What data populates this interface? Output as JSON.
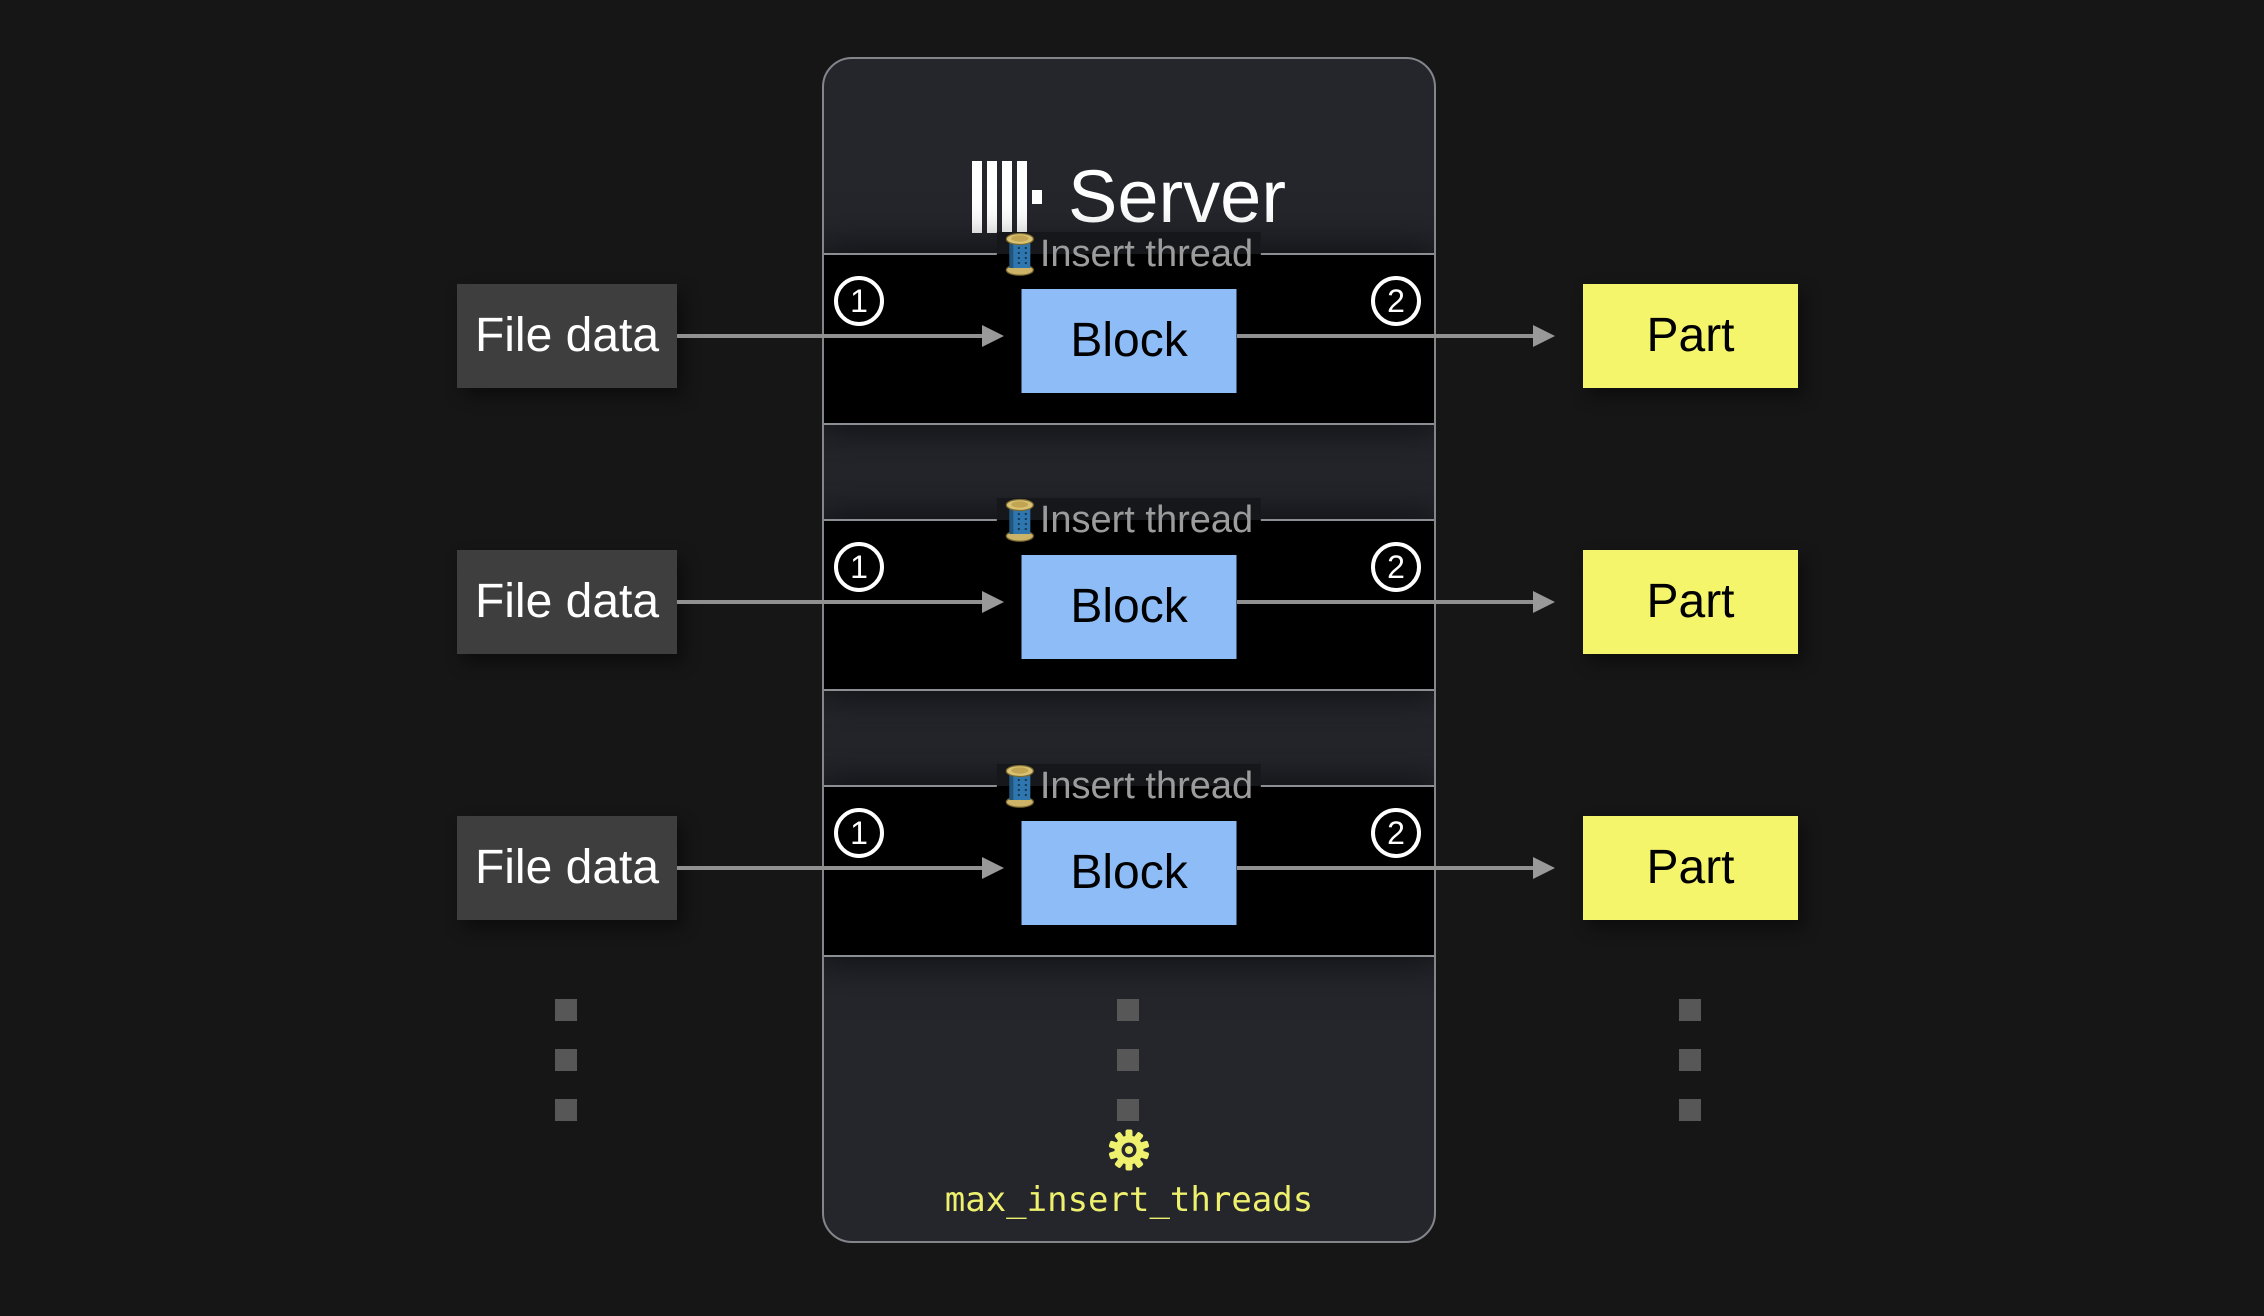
{
  "diagram": {
    "background": "#161617",
    "server": {
      "logo_icon": "clickhouse-bars-logo",
      "title": "Server",
      "setting": {
        "icon": "gear-icon",
        "label": "max_insert_threads"
      }
    },
    "rows": [
      {
        "input_label": "File data",
        "legend_icon": "thread-spool-icon",
        "legend_label": "Insert thread",
        "step_in": "1",
        "block_label": "Block",
        "step_out": "2",
        "output_label": "Part"
      },
      {
        "input_label": "File data",
        "legend_icon": "thread-spool-icon",
        "legend_label": "Insert thread",
        "step_in": "1",
        "block_label": "Block",
        "step_out": "2",
        "output_label": "Part"
      },
      {
        "input_label": "File data",
        "legend_icon": "thread-spool-icon",
        "legend_label": "Insert thread",
        "step_in": "1",
        "block_label": "Block",
        "step_out": "2",
        "output_label": "Part"
      }
    ],
    "colors": {
      "server_bg": "#24262c",
      "section_bg": "#000000",
      "block_blue": "#8ebcf6",
      "part_yellow": "#f5f56c",
      "file_gray": "#3e3e3e",
      "arrow_gray": "#919191",
      "accent_yellow": "#eef06e",
      "legend_gray": "#9c9c9c",
      "border_gray": "#8b8e92"
    }
  }
}
